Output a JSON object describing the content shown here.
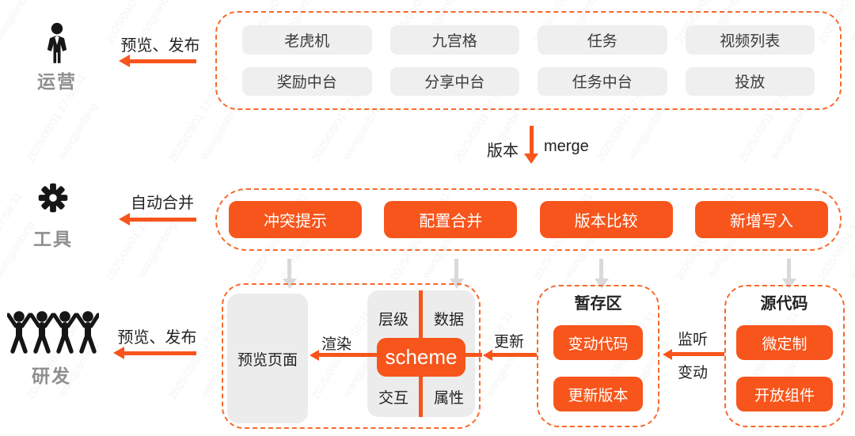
{
  "colors": {
    "accent": "#F7551B",
    "dash": "#F8692B",
    "chip-gray": "#EFEFEF",
    "panel-gray": "#ECECEC",
    "arrow-gray": "#D9D9D9",
    "text-dark": "#232323",
    "label-gray": "#8F8F8F"
  },
  "watermark": {
    "text": "2025/09/01 17:58:31\nwangjianbing"
  },
  "actors": {
    "operations": {
      "label": "运营"
    },
    "tools": {
      "label": "工具"
    },
    "dev": {
      "label": "研发"
    }
  },
  "top_flow": {
    "arrow_label": "预览、发布",
    "modules": [
      "老虎机",
      "九宫格",
      "任务",
      "视频列表",
      "奖励中台",
      "分享中台",
      "任务中台",
      "投放"
    ]
  },
  "merge": {
    "version_label": "版本",
    "merge_label": "merge"
  },
  "tools_flow": {
    "arrow_label": "自动合并",
    "capabilities": [
      "冲突提示",
      "配置合并",
      "版本比较",
      "新增写入"
    ]
  },
  "dev_flow": {
    "arrow_label": "预览、发布",
    "preview_page": "预览页面",
    "render_label": "渲染",
    "scheme": {
      "center_label": "scheme",
      "quadrants": [
        "层级",
        "数据",
        "交互",
        "属性"
      ]
    },
    "update_label": "更新",
    "staging": {
      "title": "暂存区",
      "items": [
        "变动代码",
        "更新版本"
      ]
    },
    "listen_label": "监听",
    "change_label": "变动",
    "source": {
      "title": "源代码",
      "items": [
        "微定制",
        "开放组件"
      ]
    }
  }
}
